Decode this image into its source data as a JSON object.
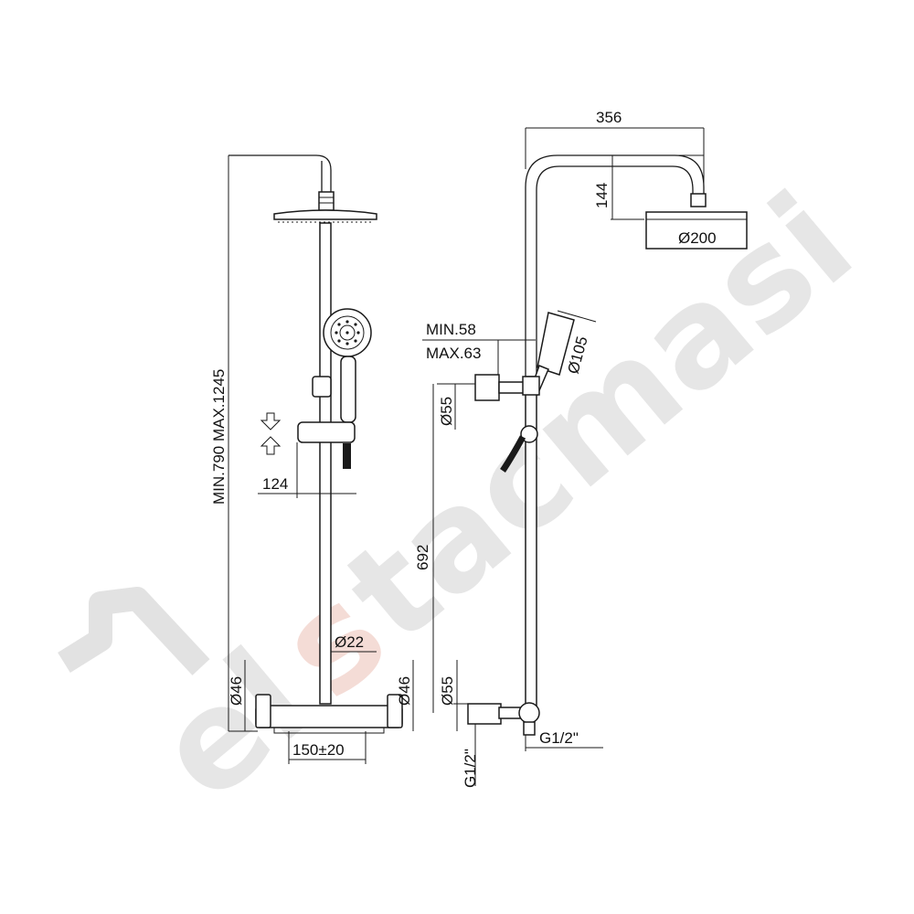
{
  "watermark": {
    "brand_prefix": "el",
    "brand_s": "s",
    "brand_suffix": "tacmasi",
    "accent_color": "#e8b5aa",
    "base_color": "#e2e2e2"
  },
  "front_view": {
    "height_range_label": "MIN.790  MAX.1245",
    "slide_bar_offset": "124",
    "pipe_diameter": "Ø22",
    "left_body_diameter": "Ø46",
    "right_body_diameter": "Ø46",
    "center_distance": "150±20",
    "adjust_down_icon": "arrow-down-icon",
    "adjust_up_icon": "arrow-up-icon"
  },
  "side_view": {
    "arm_length": "356",
    "arm_drop": "144",
    "head_diameter": "Ø200",
    "wall_distance_min": "MIN.58",
    "wall_distance_max": "MAX.63",
    "handshower_diameter": "Ø105",
    "top_bracket_diameter": "Ø55",
    "bracket_spacing": "692",
    "bottom_bracket_diameter": "Ø55",
    "inlet_thread_left": "G1/2\"",
    "inlet_thread_right": "G1/2\""
  }
}
